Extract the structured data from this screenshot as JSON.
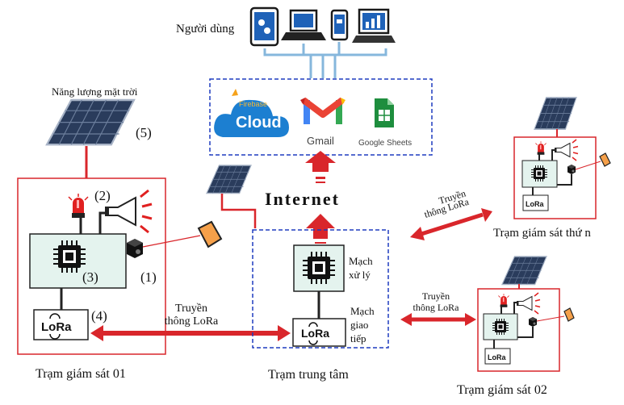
{
  "users": {
    "label": "Người dùng"
  },
  "cloud": {
    "firebase_label": "Firebase",
    "cloud_label": "Cloud",
    "gmail_label": "Gmail",
    "sheets_label": "Google Sheets"
  },
  "internet": {
    "label": "Internet"
  },
  "solar": {
    "label": "Năng lượng mặt trời"
  },
  "station01": {
    "title": "Trạm giám sát 01",
    "markers": {
      "sensor": "(1)",
      "alarm": "(2)",
      "mcu": "(3)",
      "lora": "(4)",
      "solar": "(5)"
    }
  },
  "central": {
    "title": "Trạm trung tâm",
    "processing_line1": "Mạch",
    "processing_line2": "xử lý",
    "interface_line1": "Mạch",
    "interface_line2": "giao",
    "interface_line3": "tiếp"
  },
  "station02": {
    "title": "Trạm giám sát 02"
  },
  "stationN": {
    "title": "Trạm giám sát thứ n"
  },
  "lora": {
    "chip_label": "LoRa",
    "comm_line1": "Truyền",
    "comm_line2": "thông LoRa"
  },
  "colors": {
    "red": "#d9262b",
    "blue": "#1f3bbf",
    "panel": "#e4f3ee",
    "cloud_blue": "#1c7fd1"
  }
}
